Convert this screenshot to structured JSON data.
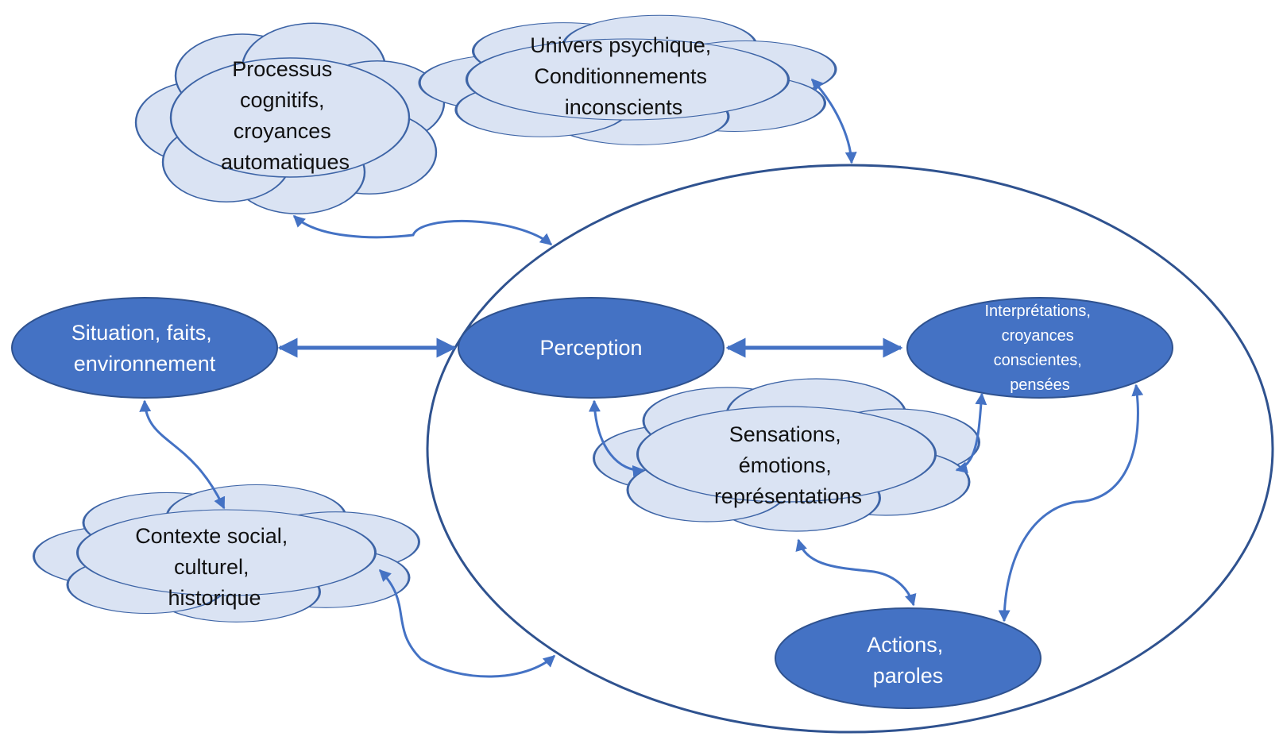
{
  "nodes": {
    "processus": {
      "lines": [
        "Processus",
        "cognitifs,",
        "croyances",
        "automatiques"
      ]
    },
    "univers": {
      "lines": [
        "Univers psychique,",
        "Conditionnements",
        "inconscients"
      ]
    },
    "situation": {
      "lines": [
        "Situation, faits,",
        "environnement"
      ]
    },
    "perception": {
      "lines": [
        "Perception"
      ]
    },
    "interpretations": {
      "lines": [
        "Interprétations,",
        "croyances",
        "conscientes,",
        "pensées"
      ]
    },
    "sensations": {
      "lines": [
        "Sensations,",
        "émotions,",
        "représentations"
      ]
    },
    "contexte": {
      "lines": [
        "Contexte social,",
        "culturel,",
        "historique"
      ]
    },
    "actions": {
      "lines": [
        "Actions,",
        "paroles"
      ]
    }
  },
  "colors": {
    "cloud_fill": "#dae3f3",
    "oval_fill": "#4472c4",
    "connector": "#4472c4",
    "outline": "#2f528f"
  }
}
